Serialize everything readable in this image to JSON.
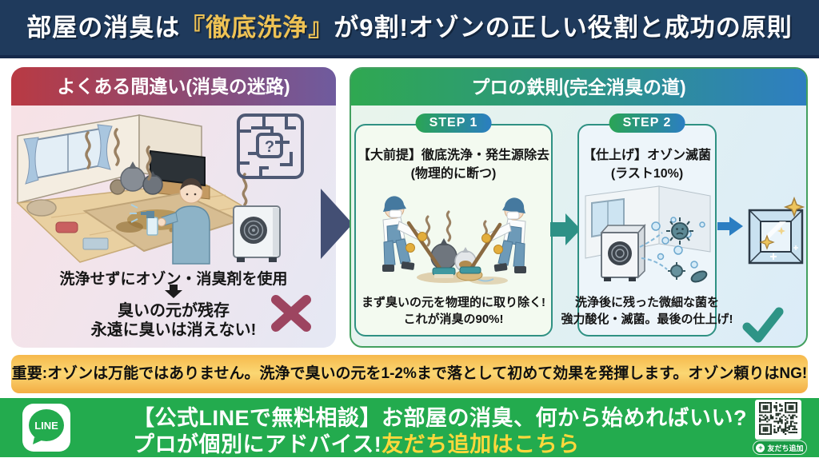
{
  "title": {
    "pre": "部屋の消臭は",
    "accent": "『徹底洗浄』",
    "post": "が9割!オゾンの正しい役割と成功の原則"
  },
  "wrong_panel": {
    "header": "よくある間違い(消臭の迷路)",
    "maze_mark": "?",
    "cause": "洗浄せずにオゾン・消臭剤を使用",
    "result_line1": "臭いの元が残存",
    "result_line2": "永遠に臭いは消えない!"
  },
  "pro_panel": {
    "header": "プロの鉄則(完全消臭の道)",
    "steps": [
      {
        "badge": "STEP 1",
        "title_line1": "【大前提】徹底洗浄・発生源除去",
        "title_line2": "(物理的に断つ)",
        "caption_line1": "まず臭いの元を物理的に取り除く!",
        "caption_line2": "これが消臭の90%!"
      },
      {
        "badge": "STEP 2",
        "title_line1": "【仕上げ】オゾン滅菌",
        "title_line2": "(ラスト10%)",
        "caption_line1": "洗浄後に残った微細な菌を",
        "caption_line2": "強力酸化・滅菌。最後の仕上げ!"
      }
    ]
  },
  "notice": {
    "text": "重要:オゾンは万能ではありません。洗浄で臭いの元を1-2%まで落として初めて効果を発揮します。オゾン頼りはNG!"
  },
  "footer": {
    "logo_text": "LINE",
    "line1": "【公式LINEで無料相談】お部屋の消臭、何から始めればいい?",
    "line2_prefix": "プロが個別にアドバイス!",
    "line2_cta": "友だち追加はこちら",
    "qr_badge_label": "友だち追加"
  },
  "colors": {
    "navy": "#1f3a5c",
    "accent_gold": "#eec254",
    "wrong_red": "#b93a43",
    "wrong_purple": "#6f5b9e",
    "x_mark_red": "#9d4560",
    "pro_green": "#2fa851",
    "pro_blue": "#2e7ec1",
    "check_teal": "#2e9486",
    "warning_yellow": "#fbd773",
    "line_green": "#23ab4e",
    "cta_yellow": "#ffd83c"
  }
}
